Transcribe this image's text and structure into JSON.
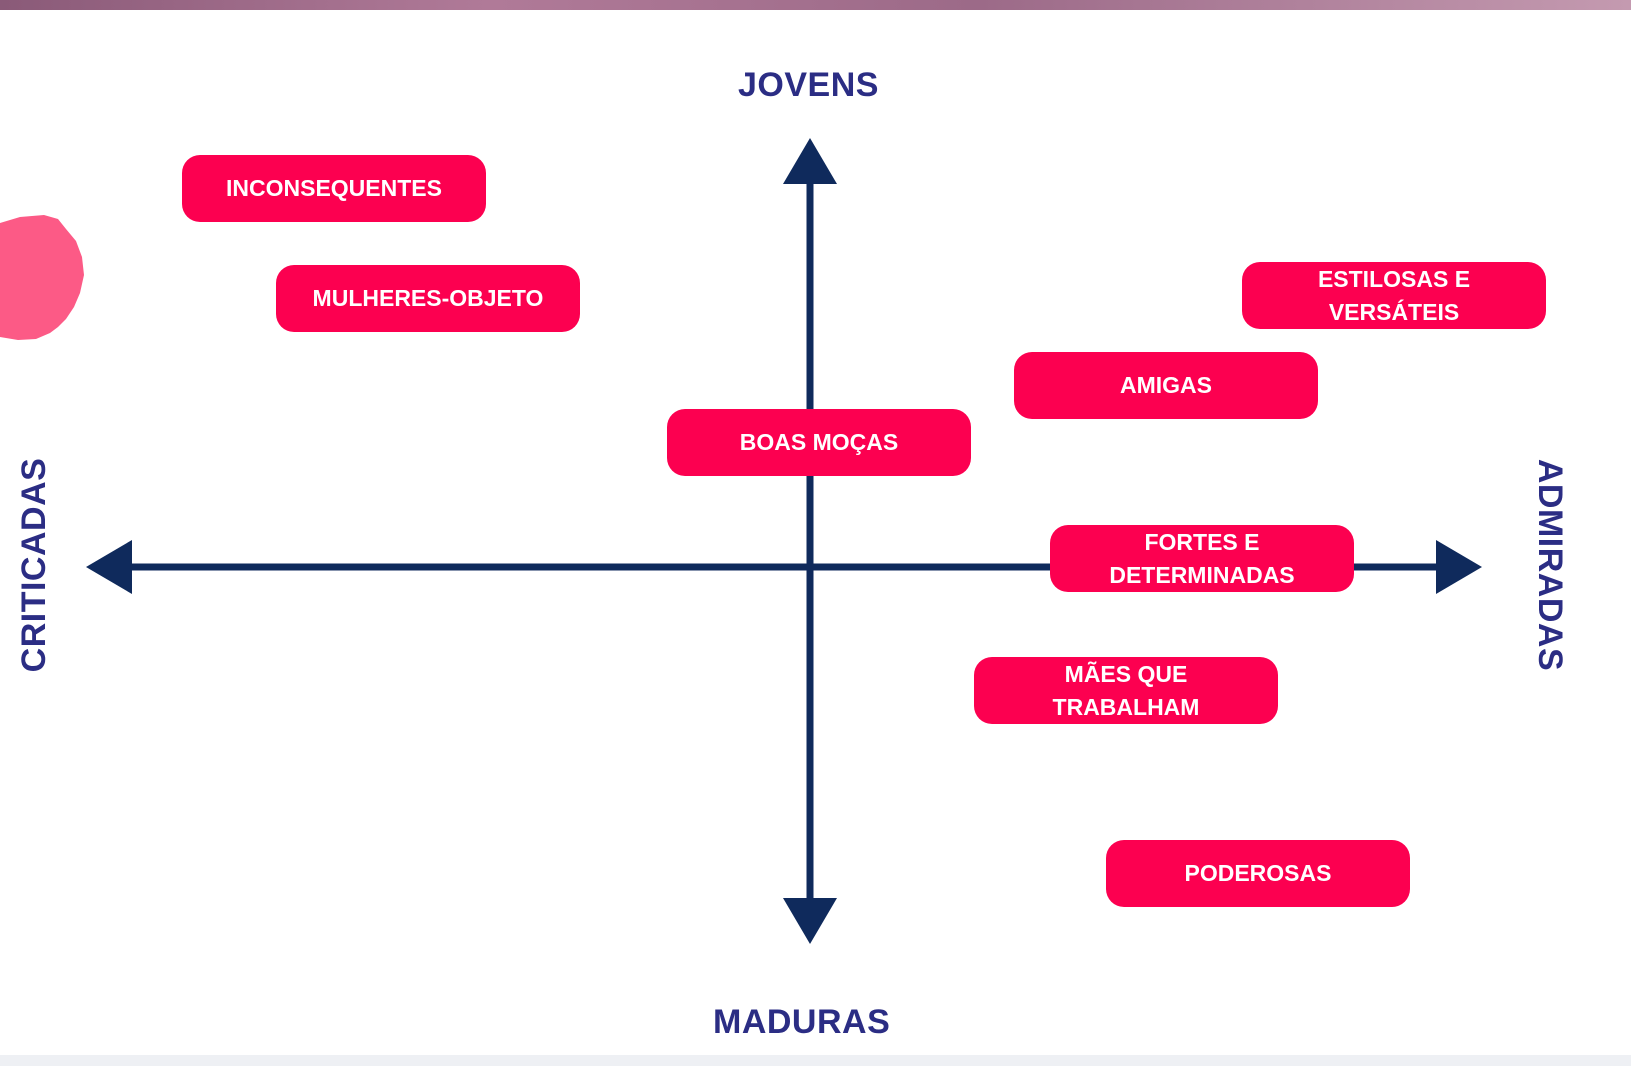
{
  "axes": {
    "top": "JOVENS",
    "bottom": "MADURAS",
    "left": "CRITICADAS",
    "right": "ADMIRADAS"
  },
  "tags": {
    "inconsequentes": [
      "INCONSEQUENTES"
    ],
    "mulheres_objeto": [
      "MULHERES-OBJETO"
    ],
    "estilosas": [
      "ESTILOSAS E",
      "VERSÁTEIS"
    ],
    "amigas": [
      "AMIGAS"
    ],
    "boas_mocas": [
      "BOAS MOÇAS"
    ],
    "fortes": [
      "FORTES E",
      "DETERMINADAS"
    ],
    "maes": [
      "MÃES QUE",
      "TRABALHAM"
    ],
    "poderosas": [
      "PODEROSAS"
    ]
  },
  "colors": {
    "axis": "#0f2a5c",
    "axis_label": "#2b2d84",
    "tag_fill": "#fc0050",
    "tag_text": "#ffffff"
  }
}
